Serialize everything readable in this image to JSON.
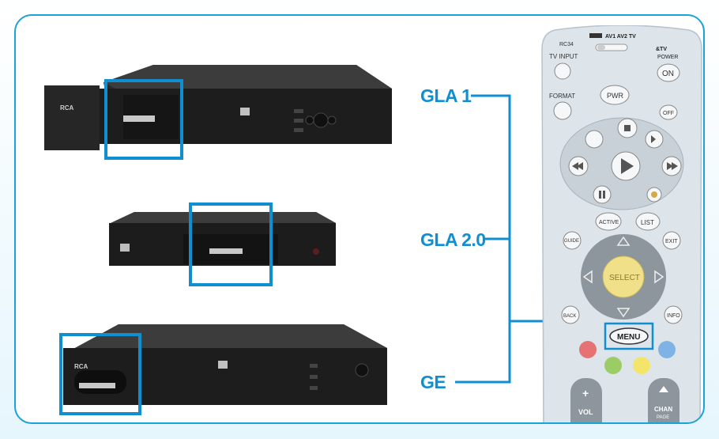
{
  "labels": {
    "gla1": "GLA 1",
    "gla2": "GLA 2.0",
    "ge": "GE"
  },
  "receivers": {
    "r1": {
      "brand": "RCA"
    },
    "r3": {
      "brand": "RCA"
    }
  },
  "remote": {
    "model": "RC34",
    "switch_labels": "AV1 AV2 TV",
    "tv_input": "TV INPUT",
    "tv_power_1": "&TV",
    "tv_power_2": "POWER",
    "on": "ON",
    "off": "OFF",
    "format": "FORMAT",
    "pwr": "PWR",
    "active": "ACTIVE",
    "list": "LIST",
    "guide": "GUIDE",
    "exit": "EXIT",
    "select": "SELECT",
    "back": "BACK",
    "menu": "MENU",
    "info": "INFO",
    "vol": "VOL",
    "chan": "CHAN",
    "page": "PAGE",
    "plus": "+",
    "minus": "−"
  },
  "colors": {
    "accent": "#1aa3d6",
    "highlight": "#0f8fd0",
    "red": "#e57373",
    "green": "#9ccc65",
    "yellow": "#f3e56b",
    "blue": "#7fb3e6"
  }
}
